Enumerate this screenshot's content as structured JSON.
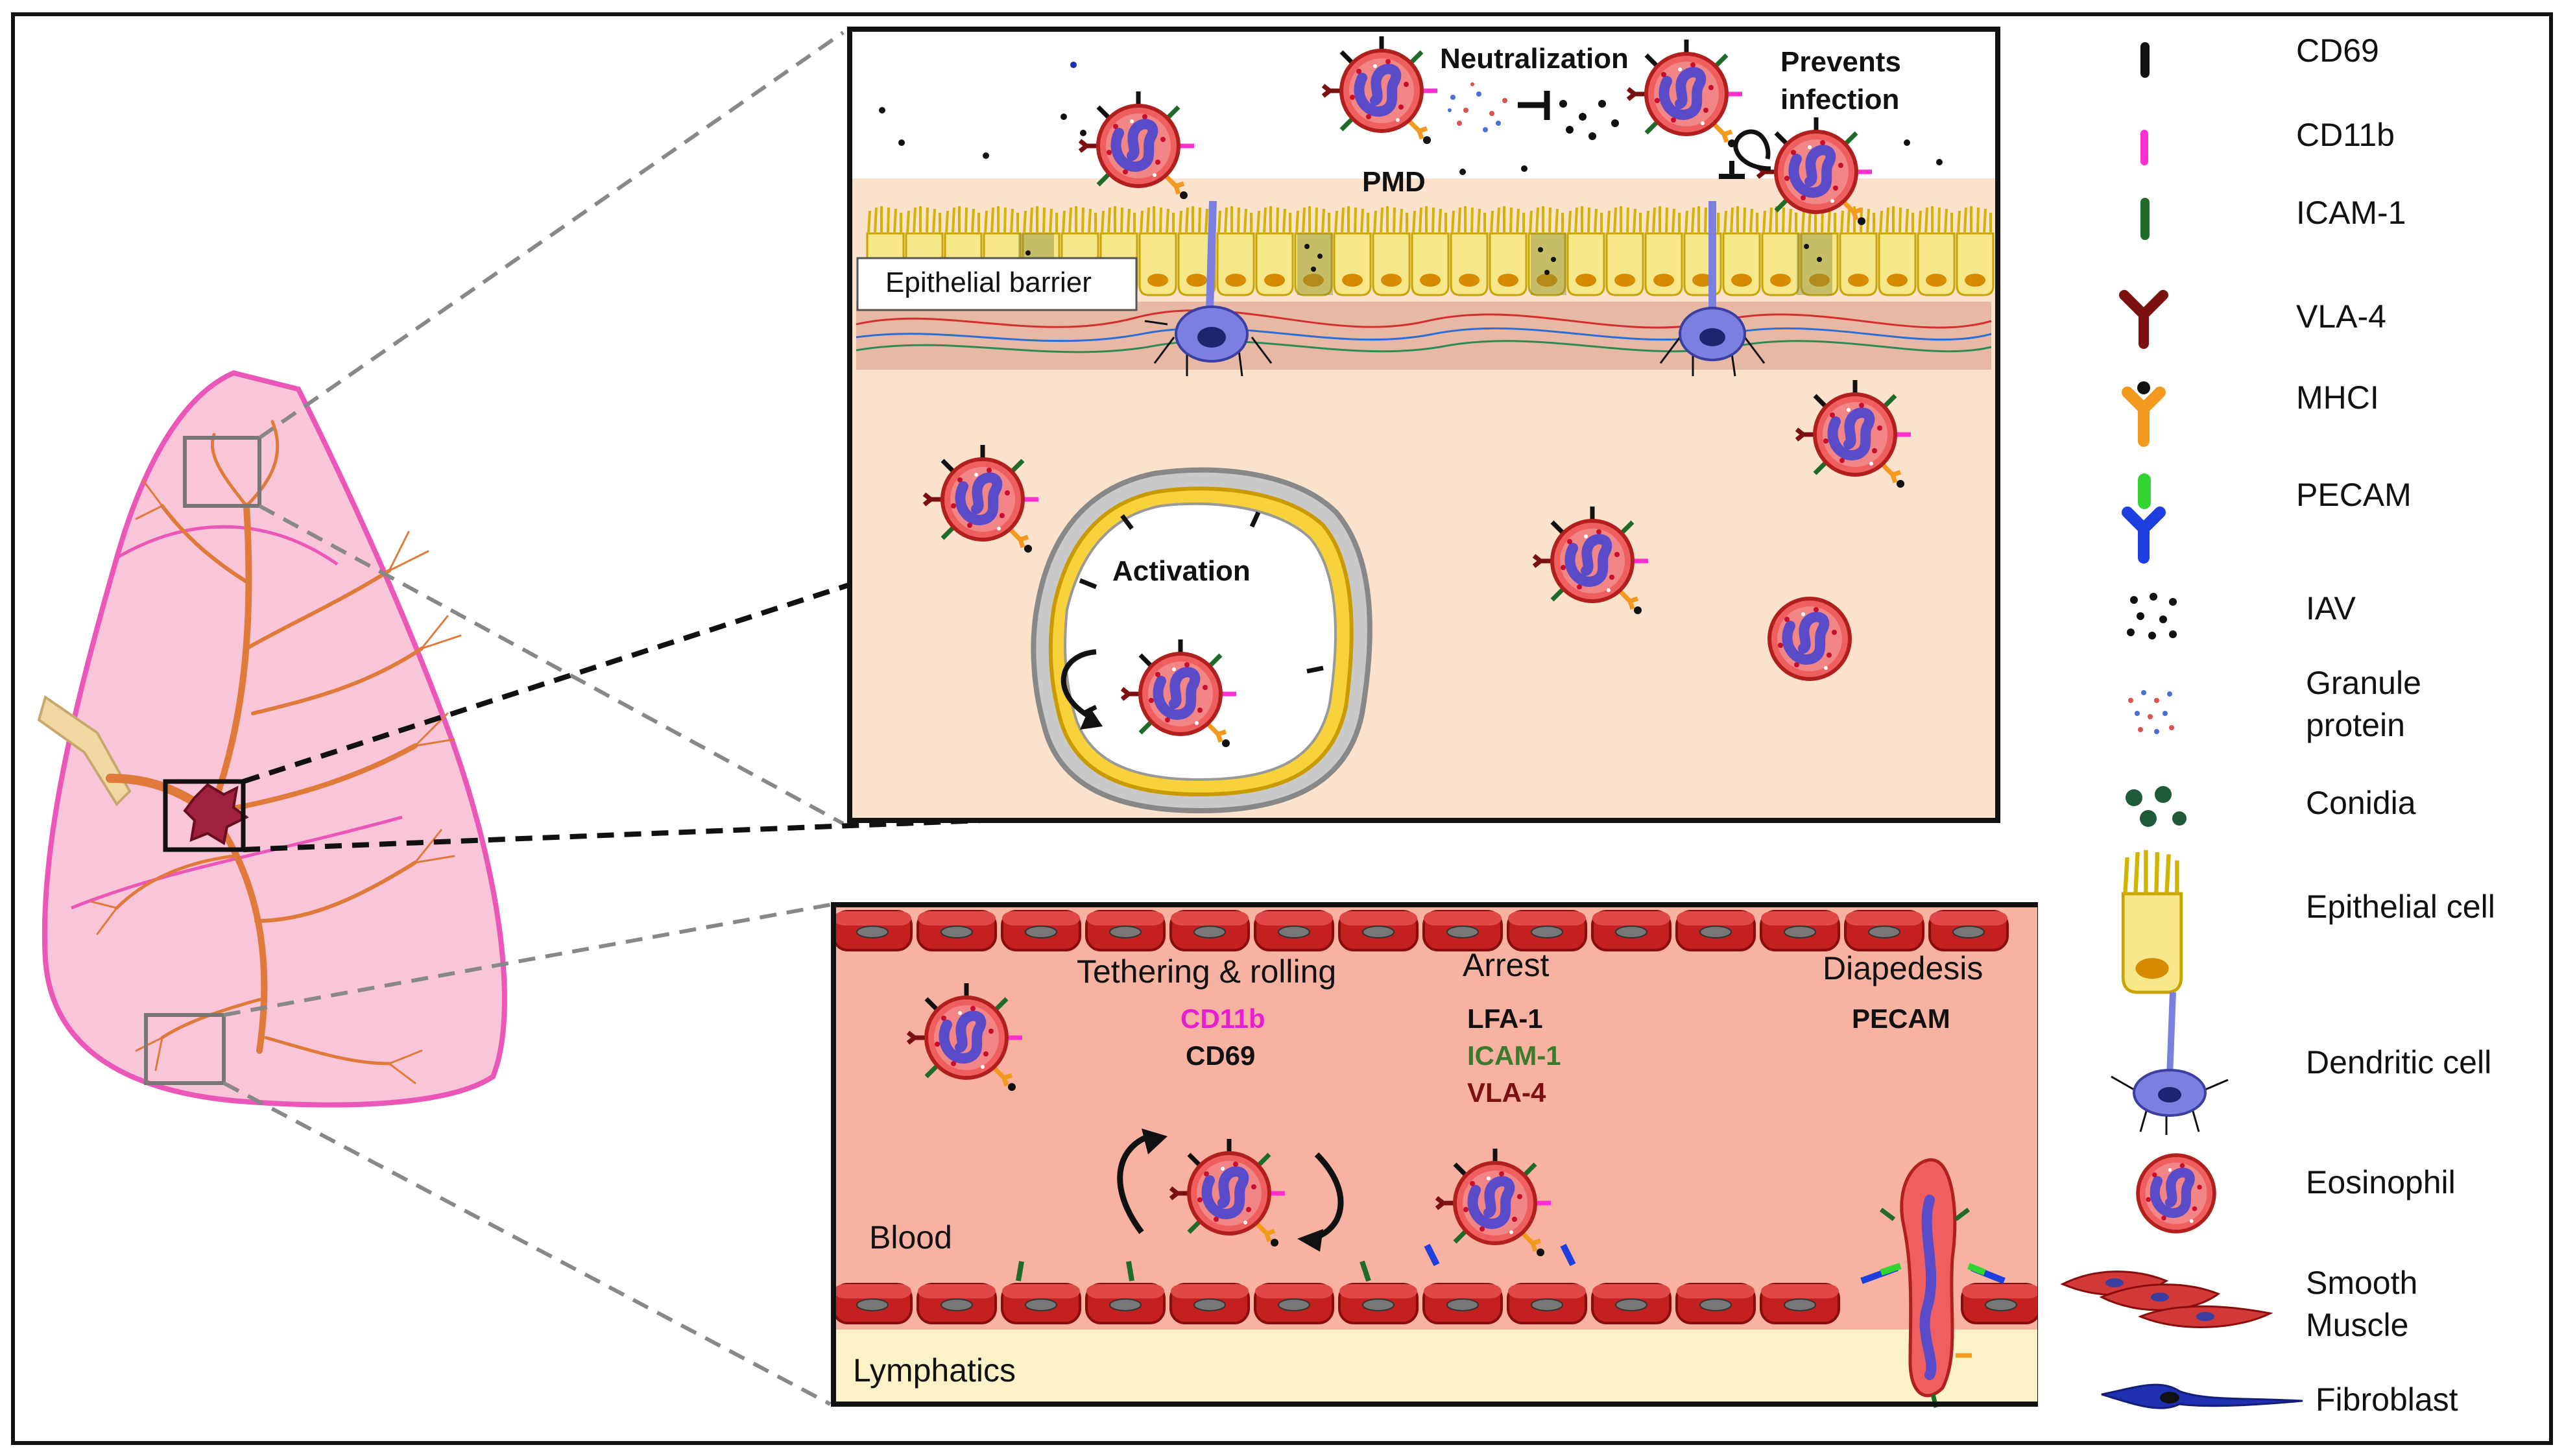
{
  "top_panel": {
    "epithelial_barrier": "Epithelial barrier",
    "neutralization": "Neutralization",
    "pmd": "PMD",
    "prevents_line1": "Prevents",
    "prevents_line2": "infection",
    "activation": "Activation"
  },
  "bottom_panel": {
    "tethering": "Tethering & rolling",
    "cd11b": "CD11b",
    "cd69": "CD69",
    "arrest": "Arrest",
    "lfa1": "LFA-1",
    "icam1": "ICAM-1",
    "vla4": "VLA-4",
    "diapedesis": "Diapedesis",
    "pecam": "PECAM",
    "blood": "Blood",
    "lymphatics": "Lymphatics"
  },
  "legend": {
    "items": [
      {
        "id": "cd69",
        "label": "CD69",
        "icon": "cd69-marker-icon",
        "color": "#111111"
      },
      {
        "id": "cd11b",
        "label": "CD11b",
        "icon": "cd11b-marker-icon",
        "color": "#ff2fd0"
      },
      {
        "id": "icam1",
        "label": "ICAM-1",
        "icon": "icam1-marker-icon",
        "color": "#1f6b2a"
      },
      {
        "id": "vla4",
        "label": "VLA-4",
        "icon": "vla4-receptor-icon",
        "color": "#7a1010"
      },
      {
        "id": "mhci",
        "label": "MHCI",
        "icon": "mhci-receptor-icon",
        "color": "#f39a1e"
      },
      {
        "id": "pecam",
        "label": "PECAM",
        "icon": "pecam-receptor-icon",
        "color": "#1e3fe0"
      },
      {
        "id": "iav",
        "label": "IAV",
        "icon": "iav-virus-icon",
        "color": "#111111"
      },
      {
        "id": "granule",
        "label_line1": "Granule",
        "label_line2": "protein",
        "icon": "granule-protein-icon"
      },
      {
        "id": "conidia",
        "label": "Conidia",
        "icon": "conidia-icon",
        "color": "#1f5a3a"
      },
      {
        "id": "epithelial",
        "label": "Epithelial cell",
        "icon": "epithelial-cell-icon",
        "color": "#f3e27a"
      },
      {
        "id": "dendritic",
        "label": "Dendritic cell",
        "icon": "dendritic-cell-icon",
        "color": "#7b7fe0"
      },
      {
        "id": "eosinophil",
        "label": "Eosinophil",
        "icon": "eosinophil-icon",
        "color": "#e85a5a"
      },
      {
        "id": "smooth",
        "label_line1": "Smooth",
        "label_line2": "Muscle",
        "icon": "smooth-muscle-icon"
      },
      {
        "id": "fibroblast",
        "label": "Fibroblast",
        "icon": "fibroblast-icon",
        "color": "#1e2fb0"
      }
    ]
  }
}
